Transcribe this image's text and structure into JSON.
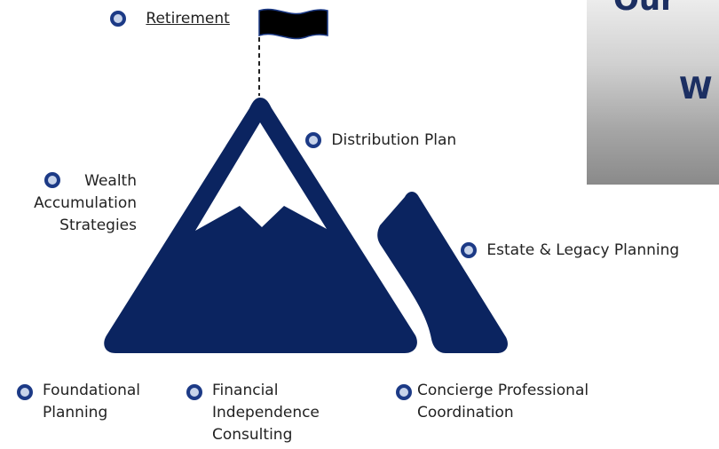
{
  "header_panel": {
    "line1": "Our",
    "line2": "W"
  },
  "colors": {
    "mountain": "#0b2460",
    "bullet_ring": "#1c3a86",
    "bullet_fill": "#c7d3ea",
    "flag": "#000000"
  },
  "labels": {
    "retirement": "Retirement",
    "distribution": "Distribution Plan",
    "wealth": [
      "Wealth",
      "Accumulation",
      "Strategies"
    ],
    "estate": "Estate & Legacy Planning",
    "foundational": [
      "Foundational",
      "Planning"
    ],
    "financial": [
      "Financial",
      "Independence",
      "Consulting"
    ],
    "concierge": [
      "Concierge Professional",
      "Coordination"
    ]
  }
}
